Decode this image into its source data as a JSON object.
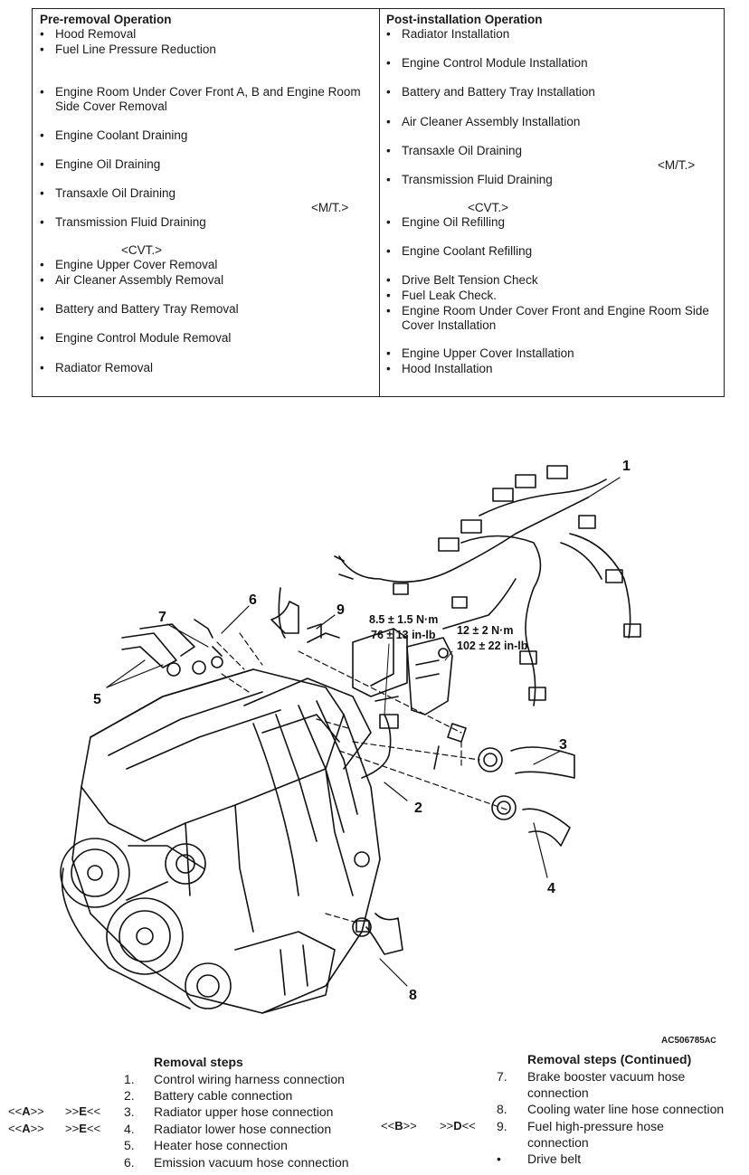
{
  "pre_removal": {
    "heading": "Pre-removal Operation",
    "items": [
      "Hood Removal",
      "Fuel Line Pressure Reduction",
      "Engine Room Under Cover Front A, B and Engine Room Side Cover Removal",
      "Engine Coolant Draining",
      "Engine Oil Draining",
      "Transaxle Oil Draining",
      "Transmission Fluid Draining",
      "Engine Upper Cover Removal",
      "Air Cleaner Assembly Removal",
      "Battery and Battery Tray Removal",
      "Engine Control Module Removal",
      "Radiator Removal"
    ],
    "notes": {
      "mt": "<M/T.>",
      "cvt": "<CVT.>"
    }
  },
  "post_installation": {
    "heading": "Post-installation Operation",
    "items": [
      "Radiator Installation",
      "Engine Control Module Installation",
      "Battery and Battery Tray Installation",
      "Air Cleaner Assembly Installation",
      "Transaxle Oil Draining",
      "Transmission Fluid Draining",
      "Engine Oil Refilling",
      "Engine Coolant Refilling",
      "Drive Belt Tension Check",
      "Fuel Leak Check.",
      "Engine Room Under Cover Front and Engine Room Side Cover Installation",
      "Engine Upper Cover Installation",
      "Hood Installation"
    ],
    "notes": {
      "mt": "<M/T.>",
      "cvt": "<CVT.>"
    }
  },
  "figure": {
    "callouts": [
      "1",
      "2",
      "3",
      "4",
      "5",
      "6",
      "7",
      "8",
      "9"
    ],
    "torque_1_nm": "8.5 ± 1.5 N·m",
    "torque_1_inlb": "76 ± 13 in-lb",
    "torque_2_nm": "12 ± 2 N·m",
    "torque_2_inlb": "102 ± 22 in-lb",
    "code": "AC506785",
    "code_suffix": "AC"
  },
  "removal_steps": {
    "title": "Removal steps",
    "items": [
      {
        "num": "1.",
        "label": "Control wiring harness connection"
      },
      {
        "num": "2.",
        "label": "Battery cable connection"
      },
      {
        "num": "3.",
        "label": "Radiator upper hose connection"
      },
      {
        "num": "4.",
        "label": "Radiator lower hose connection"
      },
      {
        "num": "5.",
        "label": "Heater hose connection"
      },
      {
        "num": "6.",
        "label": "Emission vacuum hose connection"
      }
    ]
  },
  "removal_steps_continued": {
    "title": "Removal steps (Continued)",
    "items": [
      {
        "num": "7.",
        "label": "Brake booster vacuum hose",
        "label2": "connection"
      },
      {
        "num": "8.",
        "label": "Cooling water line hose connection",
        "label2": ""
      },
      {
        "num": "9.",
        "label": "Fuel high-pressure hose",
        "label2": "connection"
      },
      {
        "num": "•",
        "label": "Drive belt",
        "label2": ""
      }
    ]
  },
  "references": {
    "a_open": "<<",
    "a_letter": "A",
    "a_close": ">>",
    "e_open": ">>",
    "e_letter": "E",
    "e_close": "<<",
    "b_open": "<<",
    "b_letter": "B",
    "b_close": ">>",
    "d_open": ">>",
    "d_letter": "D",
    "d_close": "<<"
  }
}
